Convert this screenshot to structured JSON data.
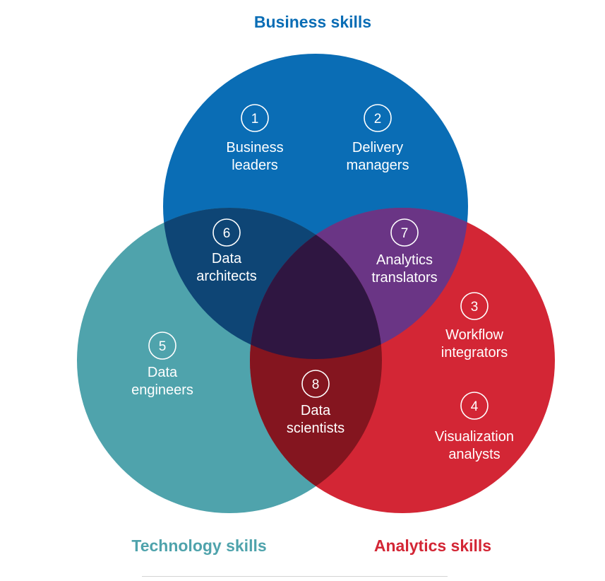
{
  "groups": {
    "business": {
      "title": "Business skills",
      "color": "#0a6db5"
    },
    "technology": {
      "title": "Technology skills",
      "color": "#4fa3ac"
    },
    "analytics": {
      "title": "Analytics skills",
      "color": "#d32635"
    }
  },
  "intersection_colors": {
    "business_technology": "#0e4575",
    "business_analytics": "#6a3585",
    "technology_analytics": "#84151f",
    "all_three": "#2f1641"
  },
  "roles": [
    {
      "number": "1",
      "line1": "Business",
      "line2": "leaders"
    },
    {
      "number": "2",
      "line1": "Delivery",
      "line2": "managers"
    },
    {
      "number": "3",
      "line1": "Workflow",
      "line2": "integrators"
    },
    {
      "number": "4",
      "line1": "Visualization",
      "line2": "analysts"
    },
    {
      "number": "5",
      "line1": "Data",
      "line2": "engineers"
    },
    {
      "number": "6",
      "line1": "Data",
      "line2": "architects"
    },
    {
      "number": "7",
      "line1": "Analytics",
      "line2": "translators"
    },
    {
      "number": "8",
      "line1": "Data",
      "line2": "scientists"
    }
  ]
}
